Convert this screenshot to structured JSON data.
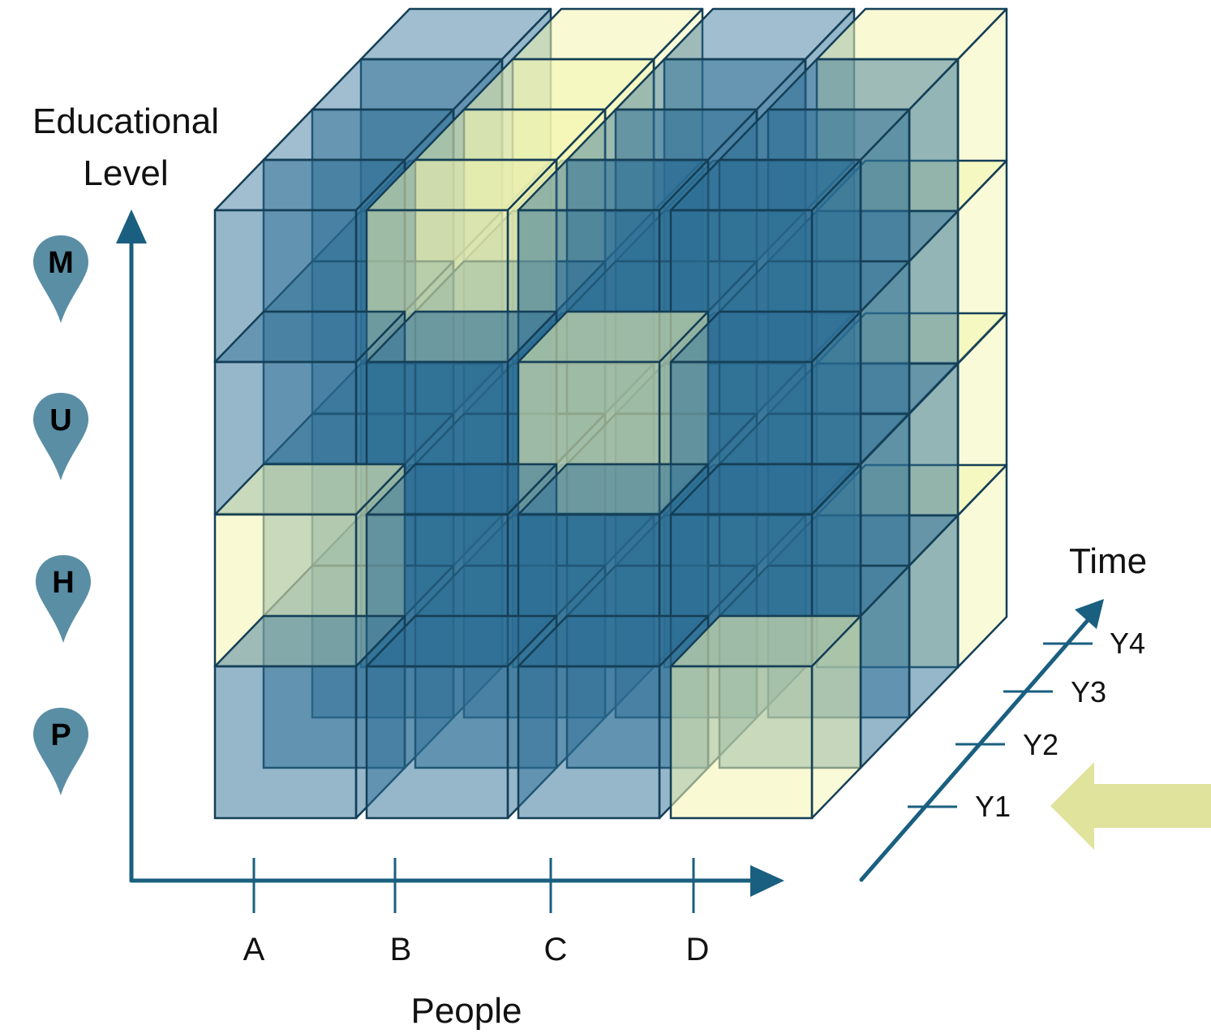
{
  "axes": {
    "vertical": {
      "title_line1": "Educational",
      "title_line2": "Level",
      "levels": [
        "M",
        "U",
        "H",
        "P"
      ]
    },
    "horizontal": {
      "title": "People",
      "ticks": [
        "A",
        "B",
        "C",
        "D"
      ]
    },
    "depth": {
      "title": "Time",
      "ticks": [
        "Y1",
        "Y2",
        "Y3",
        "Y4"
      ]
    }
  },
  "colors": {
    "axis": "#1a5f80",
    "cell_blue": "#2e6f96",
    "cell_yellow": "#f4f6b0",
    "edge": "#143f57",
    "pin": "#5a8ea5",
    "pointer_arrow": "#e0e39c"
  },
  "cube": {
    "people": [
      "A",
      "B",
      "C",
      "D"
    ],
    "levels_bottom_to_top": [
      "P",
      "H",
      "U",
      "M"
    ],
    "years_front_to_back": [
      "Y1",
      "Y2",
      "Y3",
      "Y4"
    ],
    "highlighted": [
      {
        "person": "A",
        "level": "H",
        "year": "Y1"
      },
      {
        "person": "B",
        "level": "M",
        "year": "Y1"
      },
      {
        "person": "C",
        "level": "U",
        "year": "Y1"
      },
      {
        "person": "D",
        "level": "P",
        "year": "Y1"
      },
      {
        "person": "B",
        "level": "M",
        "year": "Y2"
      },
      {
        "person": "B",
        "level": "M",
        "year": "Y3"
      },
      {
        "person": "B",
        "level": "M",
        "year": "Y4"
      },
      {
        "person": "D",
        "level": "P",
        "year": "Y4"
      },
      {
        "person": "D",
        "level": "H",
        "year": "Y4"
      },
      {
        "person": "D",
        "level": "U",
        "year": "Y4"
      },
      {
        "person": "D",
        "level": "M",
        "year": "Y4"
      }
    ],
    "pointer": {
      "points_to_year": "Y1"
    }
  }
}
